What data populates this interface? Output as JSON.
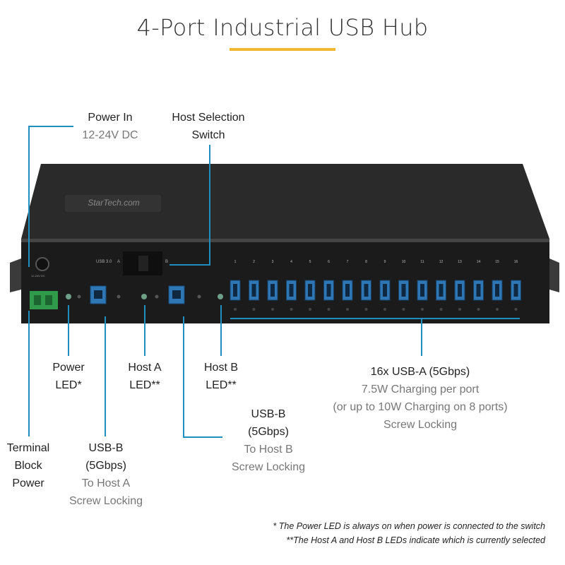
{
  "title": "4-Port Industrial USB Hub",
  "brand": "StarTech.com",
  "device_labels": {
    "usb30": "USB 3.0",
    "a": "A",
    "b": "B",
    "power_in_small": "12-24V DC"
  },
  "port_numbers": [
    "1",
    "2",
    "3",
    "4",
    "5",
    "6",
    "7",
    "8",
    "9",
    "10",
    "11",
    "12",
    "13",
    "14",
    "15",
    "16"
  ],
  "callouts": {
    "power_in": {
      "title": "Power In",
      "sub": "12-24V DC"
    },
    "host_switch": {
      "line1": "Host Selection",
      "line2": "Switch"
    },
    "power_led": {
      "line1": "Power",
      "line2": "LED*"
    },
    "host_a_led": {
      "line1": "Host A",
      "line2": "LED**"
    },
    "host_b_led": {
      "line1": "Host B",
      "line2": "LED**"
    },
    "usba": {
      "title": "16x USB-A (5Gbps)",
      "sub1": "7.5W Charging per port",
      "sub2": "(or up to 10W Charging on 8 ports)",
      "sub3": "Screw Locking"
    },
    "usbb_hostb": {
      "line1": "USB-B",
      "line2": "(5Gbps)",
      "sub1": "To Host B",
      "sub2": "Screw Locking"
    },
    "terminal": {
      "line1": "Terminal",
      "line2": "Block",
      "line3": "Power"
    },
    "usbb_hosta": {
      "line1": "USB-B",
      "line2": "(5Gbps)",
      "sub1": "To Host A",
      "sub2": "Screw Locking"
    }
  },
  "footnotes": [
    "* The Power LED is always on when power is connected to the switch",
    "**The Host A and Host B LEDs indicate which is currently selected"
  ],
  "colors": {
    "accent_line": "#1f8fc0",
    "title_underline": "#f2b731",
    "port_blue": "#2e77b4",
    "terminal_green": "#2f9a4a"
  }
}
